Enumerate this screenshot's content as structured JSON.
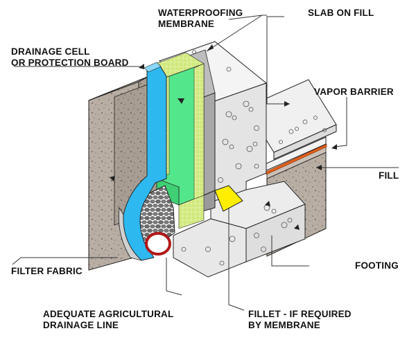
{
  "labels": {
    "waterproofing": [
      "WATERPROOFING",
      "MEMBRANE"
    ],
    "slab_on_fill": [
      "SLAB ON FILL"
    ],
    "drainage_cell": [
      "DRAINAGE CELL",
      "OR PROTECTION BOARD"
    ],
    "vapor_barrier": [
      "VAPOR BARRIER"
    ],
    "fill": [
      "FILL"
    ],
    "filter_fabric": [
      "FILTER FABRIC"
    ],
    "footing": [
      "FOOTING"
    ],
    "agricultural_drainage": [
      "ADEQUATE AGRICULTURAL",
      "DRAINAGE LINE"
    ],
    "fillet": [
      "FILLET - IF REQUIRED",
      "BY MEMBRANE"
    ]
  },
  "colors": {
    "soil": "#b8aea4",
    "concrete": "#e6e6e6",
    "drainage_cell": "#2eb8f0",
    "protection_board": "#54e68a",
    "membrane": "#a8a8a8",
    "fillet": "#ffee00",
    "vapor_barrier": "#e0601c",
    "pipe_ring": "#b01818",
    "aggregate": "#6a6a6a"
  }
}
